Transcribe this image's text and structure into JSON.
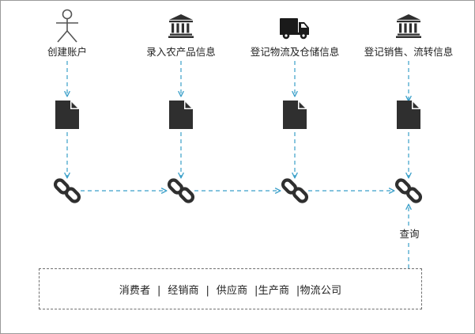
{
  "steps": [
    {
      "label": "创建账户",
      "icon": "user-outline-icon"
    },
    {
      "label": "录入农产品信息",
      "icon": "bank-building-icon"
    },
    {
      "label": "登记物流及仓储信息",
      "icon": "delivery-truck-icon"
    },
    {
      "label": "登记销售、流转信息",
      "icon": "bank-building-icon"
    }
  ],
  "query_label": "查询",
  "roles_text": "消费者  |  经销商  |  供应商  |生产商  |物流公司",
  "colors": {
    "arrow": "#3a9fc9",
    "icon": "#2f2f2f",
    "border": "#9a9a9a"
  }
}
